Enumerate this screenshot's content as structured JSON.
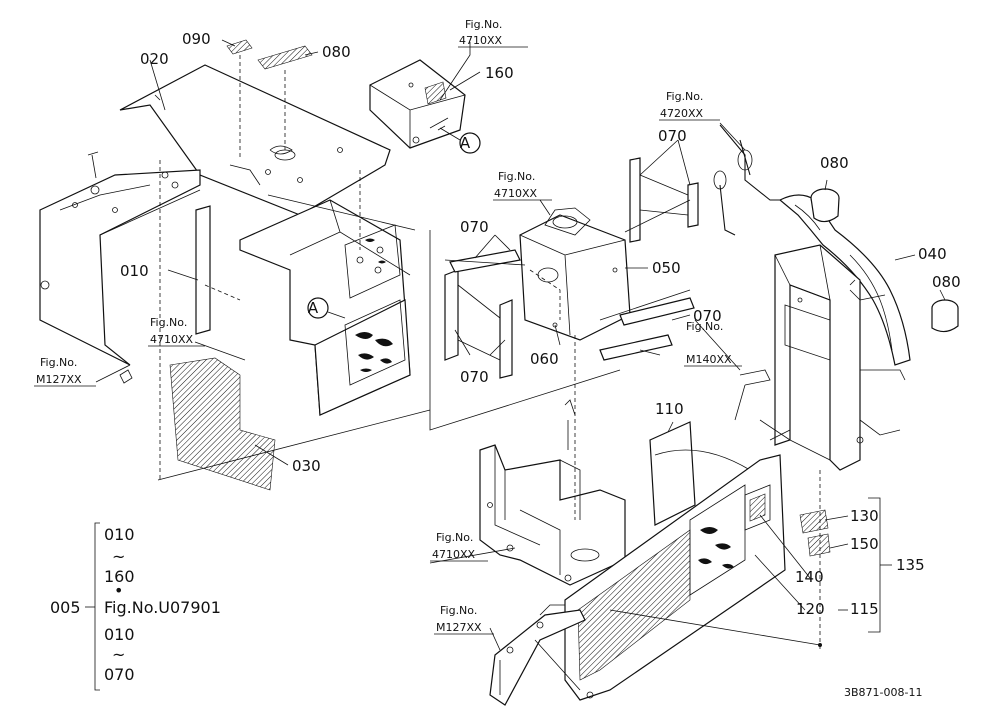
{
  "diagram": {
    "part_labels": {
      "p020": "020",
      "p090": "090",
      "p080a": "080",
      "p160": "160",
      "p010": "010",
      "p030": "030",
      "p070a": "070",
      "p070b": "070",
      "p070c": "070",
      "p070d": "070",
      "p050": "050",
      "p060": "060",
      "p080b": "080",
      "p040": "040",
      "p080c": "080",
      "p110": "110",
      "p130": "130",
      "p150": "150",
      "p135": "135",
      "p140": "140",
      "p120": "120",
      "p115": "115",
      "p005": "005"
    },
    "fig_refs": {
      "f1_head": "Fig.No.",
      "f1_code": "4710XX",
      "f2_head": "Fig.No.",
      "f2_code": "4720XX",
      "f3_head": "Fig.No.",
      "f3_code": "4710XX",
      "f4_head": "Fig.No.",
      "f4_code": "4710XX",
      "f5_head": "Fig.No.",
      "f5_code": "M127XX",
      "f6_head": "Fig.No.",
      "f6_code": "M140XX",
      "f7_head": "Fig.No.",
      "f7_code": "4710XX",
      "f8_head": "Fig.No.",
      "f8_code": "M127XX"
    },
    "markers": {
      "a1": "A",
      "a2": "A"
    },
    "legend": {
      "l1": "010",
      "t1": "~",
      "l2": "160",
      "dot": "•",
      "l3": "Fig.No.U07901",
      "l4": "010",
      "t2": "~",
      "l5": "070"
    },
    "drawing_code": "3B871-008-11"
  }
}
